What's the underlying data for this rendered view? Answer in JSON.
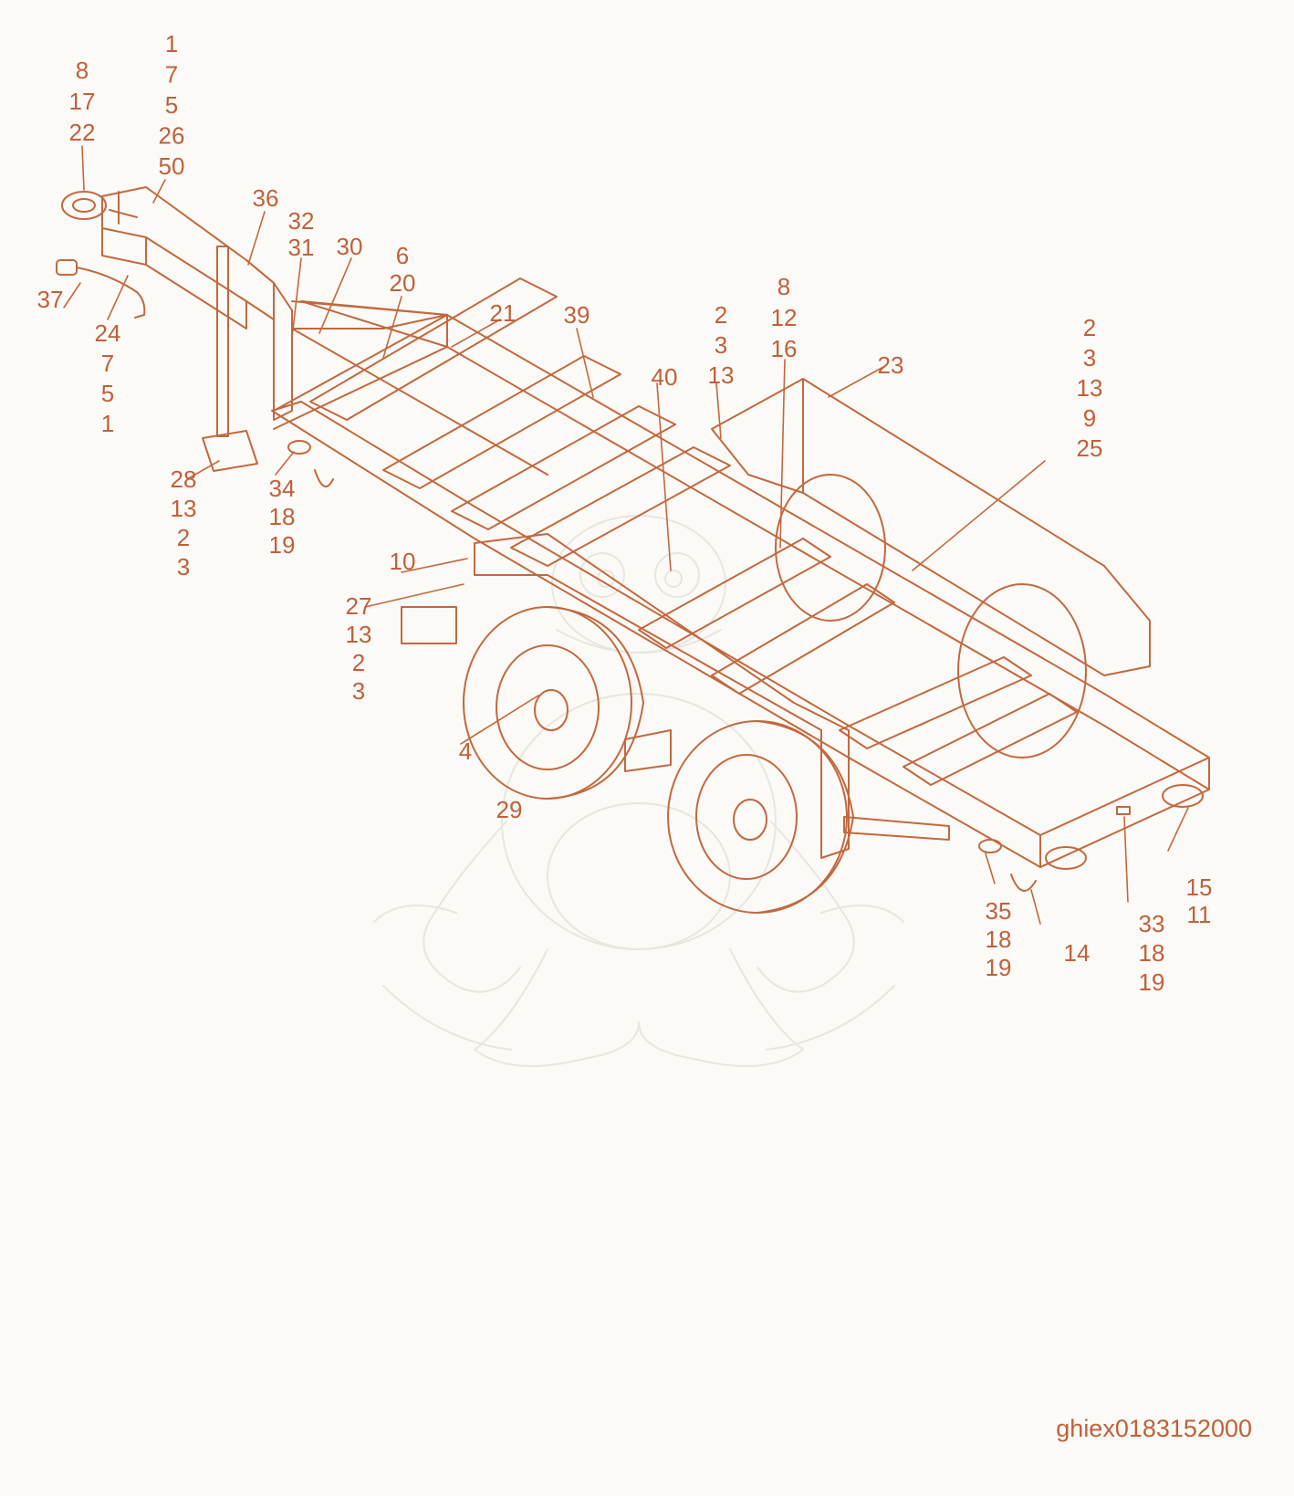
{
  "colors": {
    "line": "#c2683e",
    "label": "#c0603a",
    "watermark": "#e9e5df",
    "background": "#fbfaf7"
  },
  "drawing_id": "ghiex0183152000",
  "callouts": {
    "c1": [
      "8",
      "17",
      "22"
    ],
    "c2": [
      "1",
      "7",
      "5",
      "26",
      "50"
    ],
    "c3": [
      "36"
    ],
    "c4": [
      "32",
      "31"
    ],
    "c5": [
      "30"
    ],
    "c6": [
      "6",
      "20"
    ],
    "c7": [
      "21"
    ],
    "c8": [
      "39"
    ],
    "c9": [
      "2",
      "3",
      "13"
    ],
    "c10": [
      "8",
      "12",
      "16"
    ],
    "c11": [
      "23"
    ],
    "c12": [
      "2",
      "3",
      "13",
      "9",
      "25"
    ],
    "c13": [
      "37"
    ],
    "c14": [
      "24",
      "7",
      "5",
      "1"
    ],
    "c15": [
      "40"
    ],
    "c16": [
      "28",
      "13",
      "2",
      "3"
    ],
    "c17": [
      "34",
      "18",
      "19"
    ],
    "c18": [
      "10"
    ],
    "c19": [
      "27",
      "13",
      "2",
      "3"
    ],
    "c20": [
      "4"
    ],
    "c21": [
      "29"
    ],
    "c22": [
      "35",
      "18",
      "19"
    ],
    "c23": [
      "14"
    ],
    "c24": [
      "33",
      "18",
      "19"
    ],
    "c25": [
      "15",
      "11"
    ]
  }
}
